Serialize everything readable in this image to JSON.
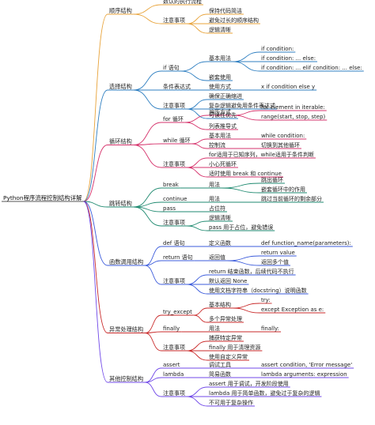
{
  "root": "Python程序流程控制结构详解",
  "branches": [
    {
      "label": "顺序结构",
      "color": "#e8a33a",
      "children": [
        {
          "label": "数认的执行流程"
        },
        {
          "label": "注意事项",
          "children": [
            {
              "label": "保持代码简洁"
            },
            {
              "label": "避免过长的顺序结构"
            },
            {
              "label": "逻辑清晰"
            }
          ]
        }
      ]
    },
    {
      "label": "选择结构",
      "color": "#2f7fc1",
      "children": [
        {
          "label": "if 语句",
          "children": [
            {
              "label": "基本用法",
              "children": [
                {
                  "label": "if condition:"
                },
                {
                  "label": "if condition: ... else:"
                },
                {
                  "label": "if condition: ... elif condition: ... else:"
                }
              ]
            },
            {
              "label": "嵌套使用"
            }
          ]
        },
        {
          "label": "条件表达式",
          "children": [
            {
              "label": "使用方式",
              "children": [
                {
                  "label": "x if condition else y"
                }
              ]
            }
          ]
        },
        {
          "label": "注意事项",
          "children": [
            {
              "label": "确保正确缩进"
            },
            {
              "label": "复杂逻辑避免用条件表达式"
            },
            {
              "label": "可读性优先"
            }
          ]
        }
      ]
    },
    {
      "label": "循环结构",
      "color": "#d6336c",
      "children": [
        {
          "label": "for 循环",
          "children": [
            {
              "label": "遍历方式",
              "children": [
                {
                  "label": "for element in iterable:"
                },
                {
                  "label": "range(start, stop, step)"
                }
              ]
            },
            {
              "label": "列表推导式"
            }
          ]
        },
        {
          "label": "while 循环",
          "children": [
            {
              "label": "基本用法",
              "children": [
                {
                  "label": "while condition:"
                }
              ]
            },
            {
              "label": "控制流",
              "children": [
                {
                  "label": "切换到其他循环"
                }
              ]
            }
          ]
        },
        {
          "label": "注意事项",
          "children": [
            {
              "label": "for适用于已知序列，while适用于条件判断"
            },
            {
              "label": "小心死循环"
            },
            {
              "label": "适时使用 break 和 continue"
            }
          ]
        }
      ]
    },
    {
      "label": "跳转结构",
      "color": "#1f8a70",
      "children": [
        {
          "label": "break",
          "children": [
            {
              "label": "用法",
              "children": [
                {
                  "label": "跳出循环"
                },
                {
                  "label": "嵌套循环中的作用"
                }
              ]
            }
          ]
        },
        {
          "label": "continue",
          "children": [
            {
              "label": "用法",
              "children": [
                {
                  "label": "跳过当前循环的剩余部分"
                }
              ]
            }
          ]
        },
        {
          "label": "pass",
          "children": [
            {
              "label": "占位符"
            }
          ]
        },
        {
          "label": "注意事项",
          "children": [
            {
              "label": "逻辑清晰"
            },
            {
              "label": "pass 用于占位，避免错误"
            }
          ]
        }
      ]
    },
    {
      "label": "函数调用结构",
      "color": "#3b5bdb",
      "children": [
        {
          "label": "def 语句",
          "children": [
            {
              "label": "定义函数",
              "children": [
                {
                  "label": "def function_name(parameters):"
                }
              ]
            }
          ]
        },
        {
          "label": "return 语句",
          "children": [
            {
              "label": "返回值",
              "children": [
                {
                  "label": "return value"
                },
                {
                  "label": "返回多个值"
                }
              ]
            }
          ]
        },
        {
          "label": "注意事项",
          "children": [
            {
              "label": "return 结束函数，后续代码不执行"
            },
            {
              "label": "默认返回 None"
            },
            {
              "label": "使用文档字符串（docstring）说明函数"
            }
          ]
        }
      ]
    },
    {
      "label": "异常处理结构",
      "color": "#c92a2a",
      "children": [
        {
          "label": "try_except",
          "children": [
            {
              "label": "基本结构",
              "children": [
                {
                  "label": "try:"
                },
                {
                  "label": "except Exception as e:"
                }
              ]
            },
            {
              "label": "多个异常处理"
            }
          ]
        },
        {
          "label": "finally",
          "children": [
            {
              "label": "用法",
              "children": [
                {
                  "label": "finally:"
                }
              ]
            }
          ]
        },
        {
          "label": "注意事项",
          "children": [
            {
              "label": "捕获特定异常"
            },
            {
              "label": "finally 用于清理资源"
            },
            {
              "label": "使用自定义异常"
            }
          ]
        }
      ]
    },
    {
      "label": "其他控制结构",
      "color": "#7048e8",
      "children": [
        {
          "label": "assert",
          "children": [
            {
              "label": "调试工具",
              "children": [
                {
                  "label": "assert condition, 'Error message'"
                }
              ]
            }
          ]
        },
        {
          "label": "lambda",
          "children": [
            {
              "label": "简易函数",
              "children": [
                {
                  "label": "lambda arguments: expression"
                }
              ]
            }
          ]
        },
        {
          "label": "注意事项",
          "children": [
            {
              "label": "assert 用于调试，开发阶段使用"
            },
            {
              "label": "lambda 用于简单函数，避免过于复杂的逻辑"
            },
            {
              "label": "不可用于复杂操作"
            }
          ]
        }
      ]
    }
  ]
}
